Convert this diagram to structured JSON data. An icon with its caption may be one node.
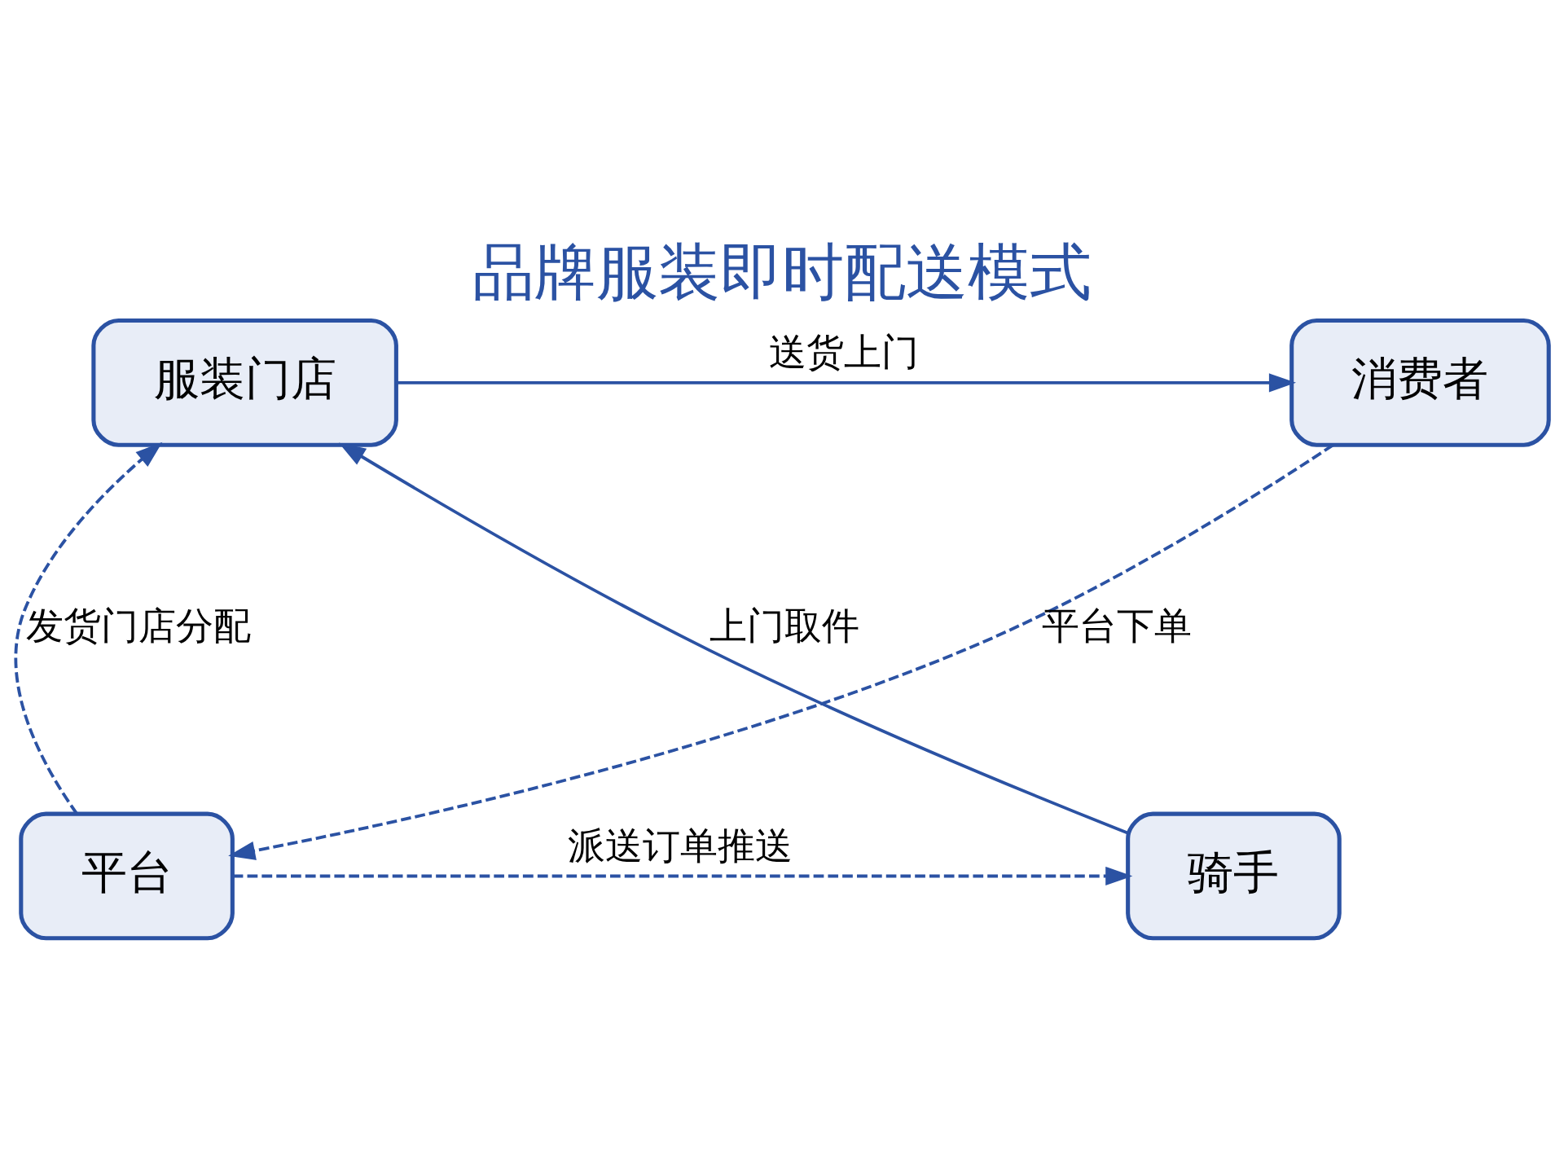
{
  "diagram": {
    "title": "品牌服装即时配送模式",
    "nodes": [
      {
        "text": [
          "消费者"
        ]
      },
      {
        "text": [
          "服装门店"
        ]
      },
      {
        "text": [
          "平台"
        ]
      },
      {
        "text": [
          "骑手"
        ]
      }
    ],
    "edges": [
      {
        "from": 1,
        "to": 0,
        "arrow": "to",
        "label": "送货上门"
      },
      {
        "from": 0,
        "to": 2,
        "arrow": "to",
        "label": "平台下单",
        "style": "dashed"
      },
      {
        "from": 2,
        "to": 1,
        "arrow": "to",
        "label": "发货门店分配",
        "style": "dashed"
      },
      {
        "from": 2,
        "to": 3,
        "arrow": "to",
        "label": "派送订单推送",
        "style": "dashed"
      },
      {
        "from": 3,
        "to": 1,
        "arrow": "to",
        "label": "上门取件"
      }
    ]
  }
}
